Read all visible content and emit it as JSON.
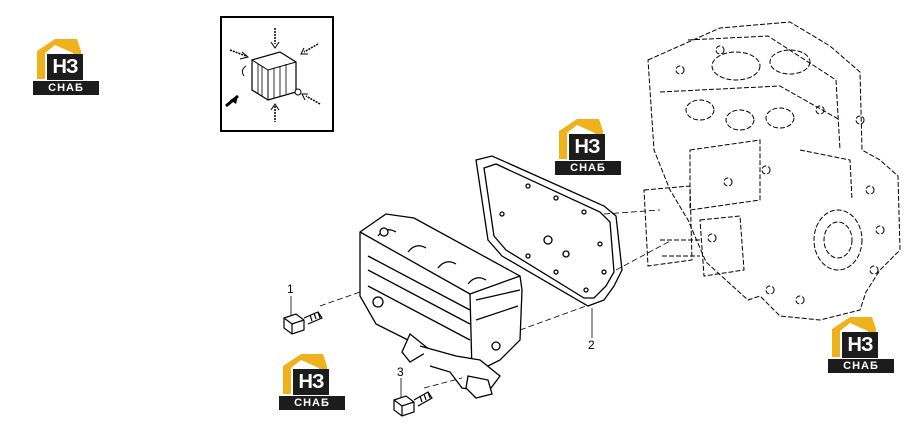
{
  "brand": {
    "logo_main": "НЗ",
    "logo_sub": "СНАБ",
    "colors": {
      "roof": "#f0b21c",
      "plate": "#1c1c1c",
      "text": "#ffffff"
    }
  },
  "callouts": [
    {
      "id": "1",
      "label": "1"
    },
    {
      "id": "2",
      "label": "2"
    },
    {
      "id": "3",
      "label": "3"
    }
  ],
  "icons": {
    "inset": "airflow-direction-inset-icon",
    "engine": "engine-block-icon",
    "cooler": "oil-cooler-icon",
    "gasket": "gasket-icon",
    "bolt": "bolt-icon"
  }
}
